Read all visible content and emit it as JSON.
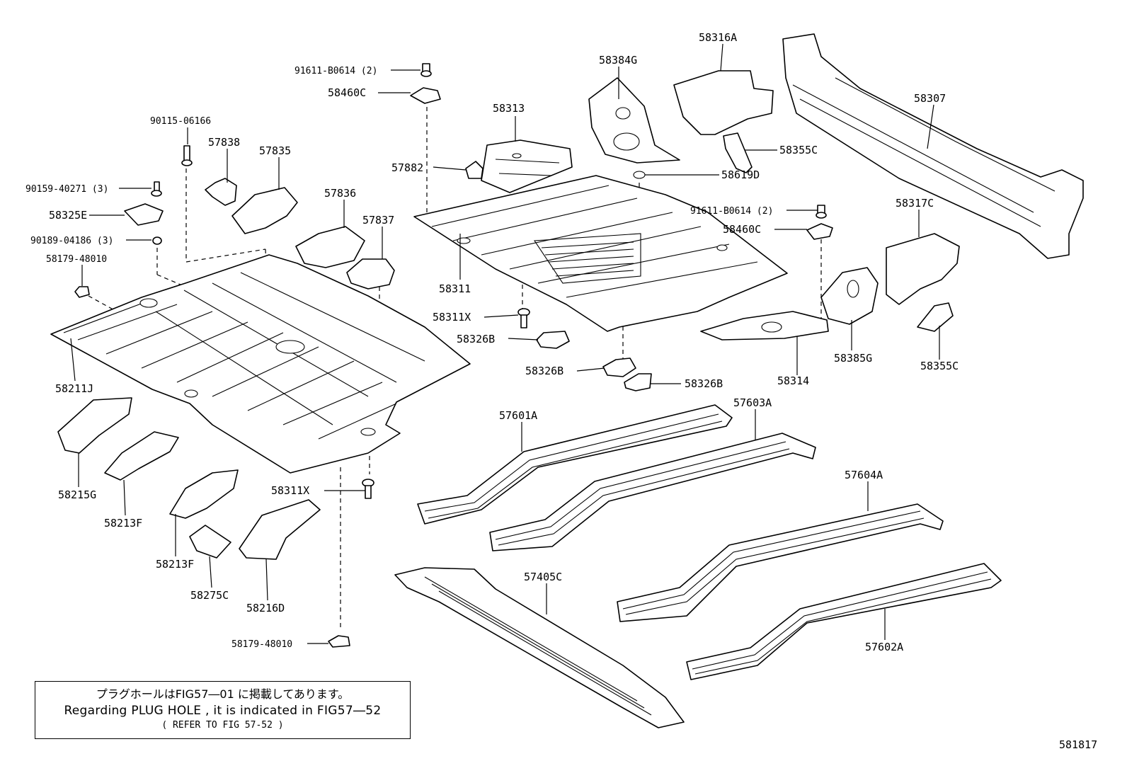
{
  "labels": {
    "p91611_top": "91611-B0614 (2)",
    "p58460c_top": "58460C",
    "p58313": "58313",
    "p57882": "57882",
    "p58311": "58311",
    "p58311x_mid": "58311X",
    "p58326b_mid": "58326B",
    "p58326b_left": "58326B",
    "p58326b_right": "58326B",
    "p90115": "90115-06166",
    "p57838": "57838",
    "p57835": "57835",
    "p57836": "57836",
    "p57837": "57837",
    "p90159": "90159-40271 (3)",
    "p58325e": "58325E",
    "p90189": "90189-04186 (3)",
    "p58179_top": "58179-48010",
    "p58211j": "58211J",
    "p58215g": "58215G",
    "p58213f_a": "58213F",
    "p58213f_b": "58213F",
    "p58275c": "58275C",
    "p58216d": "58216D",
    "p58311x_low": "58311X",
    "p58179_bottom": "58179-48010",
    "p58384g": "58384G",
    "p58316a": "58316A",
    "p58355c_top": "58355C",
    "p58619d": "58619D",
    "p58307": "58307",
    "p91611_right": "91611-B0614 (2)",
    "p58460c_right": "58460C",
    "p58317c": "58317C",
    "p58314": "58314",
    "p58385g": "58385G",
    "p58355c_right": "58355C",
    "p57601a": "57601A",
    "p57603a": "57603A",
    "p57604a": "57604A",
    "p57405c": "57405C",
    "p57602a": "57602A"
  },
  "note": {
    "line1": "プラグホールはFIG57―01 に掲載してあります。",
    "line2": "Regarding PLUG HOLE , it is indicated in FIG57―52",
    "line3": "( REFER TO FIG 57-52 )"
  },
  "figure_id": "581817"
}
